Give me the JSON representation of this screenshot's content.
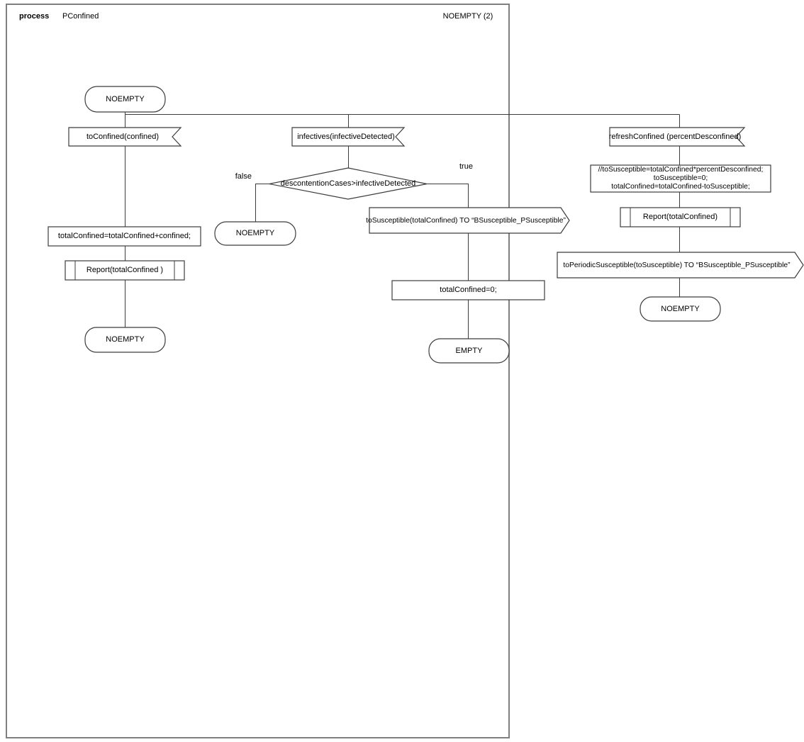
{
  "header": {
    "kind_label": "process",
    "process_name": "PConfined",
    "page_label": "NOEMPTY (2)"
  },
  "diagram": {
    "type": "sdl-process-flowchart",
    "start_state": {
      "label": "NOEMPTY"
    },
    "branch_left": {
      "input_signal": "toConfined(confined)",
      "task": "totalConfined=totalConfined+confined;",
      "procedure_call": "Report(totalConfined )",
      "next_state": "NOEMPTY"
    },
    "branch_middle": {
      "input_signal": "infectives(infectiveDetected)",
      "decision": "descontentionCases>infectiveDetected",
      "false_label": "false",
      "false_next_state": "NOEMPTY",
      "true_label": "true",
      "output_signal": "toSusceptible(totalConfined) TO “BSusceptible_PSusceptible”",
      "task": "totalConfined=0;",
      "next_state": "EMPTY"
    },
    "branch_right": {
      "input_signal": "refreshConfined (percentDesconfined)",
      "task_lines": [
        "//toSusceptible=totalConfined*percentDesconfined;",
        "toSusceptible=0;",
        "totalConfined=totalConfined-toSusceptible;"
      ],
      "procedure_call": "Report(totalConfined)",
      "output_signal": "toPeriodicSusceptible(toSusceptible) TO “BSusceptible_PSusceptible”",
      "next_state": "NOEMPTY"
    }
  },
  "colors": {
    "background": "#ffffff",
    "frame_border": "#7f7f7f",
    "shape_border": "#3c3c3c",
    "connector_line": "#3c3c3c",
    "text": "#000000"
  }
}
